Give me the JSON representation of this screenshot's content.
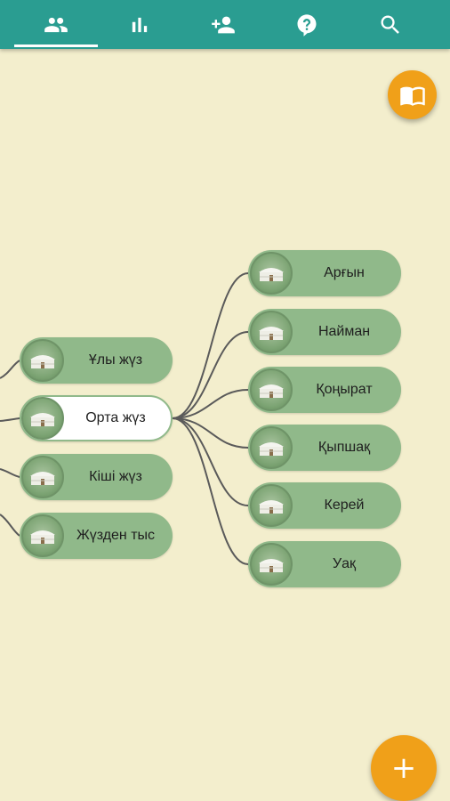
{
  "tabs": [
    {
      "id": "people",
      "icon": "people-icon",
      "active": true
    },
    {
      "id": "stats",
      "icon": "bar-chart-icon",
      "active": false
    },
    {
      "id": "add-person",
      "icon": "add-person-icon",
      "active": false
    },
    {
      "id": "help",
      "icon": "help-icon",
      "active": false
    },
    {
      "id": "search",
      "icon": "search-icon",
      "active": false
    }
  ],
  "tree": {
    "left_nodes": [
      {
        "label": "Ұлы жүз"
      },
      {
        "label": "Орта жүз",
        "selected": true
      },
      {
        "label": "Кіші жүз"
      },
      {
        "label": "Жүзден тыс"
      }
    ],
    "right_nodes": [
      {
        "label": "Арғын"
      },
      {
        "label": "Найман"
      },
      {
        "label": "Қоңырат"
      },
      {
        "label": "Қыпшақ"
      },
      {
        "label": "Керей"
      },
      {
        "label": "Уақ"
      }
    ]
  },
  "colors": {
    "toolbar": "#2a9d91",
    "background": "#f3eecd",
    "node": "#90b98a",
    "accent": "#f0a019"
  }
}
